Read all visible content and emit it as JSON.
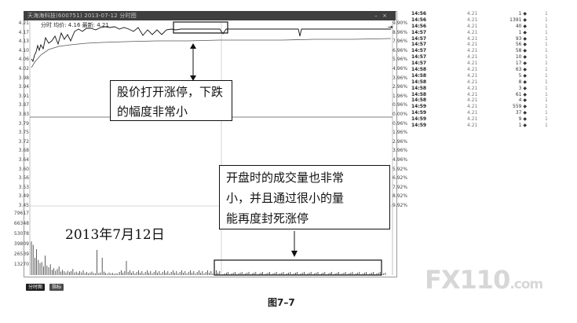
{
  "window": {
    "title": "天海海科技(600751) 2013-07-12 分时图"
  },
  "info_line": "分时 均价: 4.16 最新: 4.21",
  "price_axis": {
    "left_labels": [
      "4.21",
      "4.17",
      "4.13",
      "4.10",
      "4.06",
      "4.02",
      "3.98",
      "3.94",
      "3.91",
      "3.87",
      "3.83",
      "3.79",
      "3.75",
      "3.72",
      "3.68",
      "3.64",
      "3.60",
      "3.56",
      "3.53",
      "3.49",
      "3.45"
    ],
    "right_labels": [
      "9.90%",
      "8.96%",
      "7.96%",
      "6.96%",
      "5.96%",
      "4.96%",
      "3.96%",
      "2.96%",
      "1.96%",
      "0.96%",
      "0.00%",
      "0.96%",
      "1.96%",
      "2.96%",
      "3.96%",
      "4.96%",
      "5.92%",
      "6.92%",
      "7.92%",
      "8.92%",
      "9.92%"
    ]
  },
  "volume_axis": {
    "labels": [
      "79617",
      "66348",
      "53078",
      "39809",
      "26539",
      "13270"
    ]
  },
  "annotations": {
    "note1": {
      "line1": "股价打开涨停，下跌",
      "line2": "的幅度非常小"
    },
    "note2": {
      "line1": "开盘时的成交量也非常",
      "line2": "小，并且通过很小的量",
      "line3": "能再度封死涨停"
    }
  },
  "date_label": "2013年7月12日",
  "tabs": [
    "分时图",
    "指标"
  ],
  "trades": [
    {
      "time": "14:56",
      "price": "4.21",
      "vol": "1"
    },
    {
      "time": "14:56",
      "price": "4.21",
      "vol": "1391"
    },
    {
      "time": "14:56",
      "price": "4.21",
      "vol": "40"
    },
    {
      "time": "14:57",
      "price": "4.21",
      "vol": "1"
    },
    {
      "time": "14:57",
      "price": "4.21",
      "vol": "93"
    },
    {
      "time": "14:57",
      "price": "4.21",
      "vol": "56"
    },
    {
      "time": "14:57",
      "price": "4.21",
      "vol": "58"
    },
    {
      "time": "14:57",
      "price": "4.21",
      "vol": "10"
    },
    {
      "time": "14:57",
      "price": "4.21",
      "vol": "17"
    },
    {
      "time": "14:58",
      "price": "4.21",
      "vol": "63"
    },
    {
      "time": "14:58",
      "price": "4.21",
      "vol": "5"
    },
    {
      "time": "14:58",
      "price": "4.21",
      "vol": "8"
    },
    {
      "time": "14:58",
      "price": "4.21",
      "vol": "3"
    },
    {
      "time": "14:58",
      "price": "4.21",
      "vol": "61"
    },
    {
      "time": "14:58",
      "price": "4.21",
      "vol": "4"
    },
    {
      "time": "14:59",
      "price": "4.21",
      "vol": "559"
    },
    {
      "time": "14:59",
      "price": "4.21",
      "vol": "37"
    },
    {
      "time": "14:59",
      "price": "4.21",
      "vol": "9"
    },
    {
      "time": "14:59",
      "price": "4.21",
      "vol": "1"
    }
  ],
  "trade_flag": "1",
  "trade_arrow": "◆",
  "watermark": {
    "main": "FX110",
    "suffix": ".com"
  },
  "caption": "图7–7"
}
